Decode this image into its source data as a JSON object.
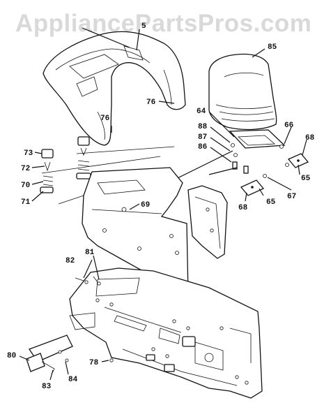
{
  "watermark": "AppliancePartsPros.com",
  "callouts": {
    "c_5": "5",
    "c_85": "85",
    "c_76a": "76",
    "c_76b": "76",
    "c_64": "64",
    "c_88": "88",
    "c_87": "87",
    "c_86": "86",
    "c_66": "66",
    "c_68a": "68",
    "c_65a": "65",
    "c_67": "67",
    "c_68b": "68",
    "c_65b": "65",
    "c_73": "73",
    "c_72": "72",
    "c_70": "70",
    "c_71": "71",
    "c_69": "69",
    "c_82": "82",
    "c_81": "81",
    "c_80": "80",
    "c_78": "78",
    "c_83": "83",
    "c_84": "84"
  }
}
